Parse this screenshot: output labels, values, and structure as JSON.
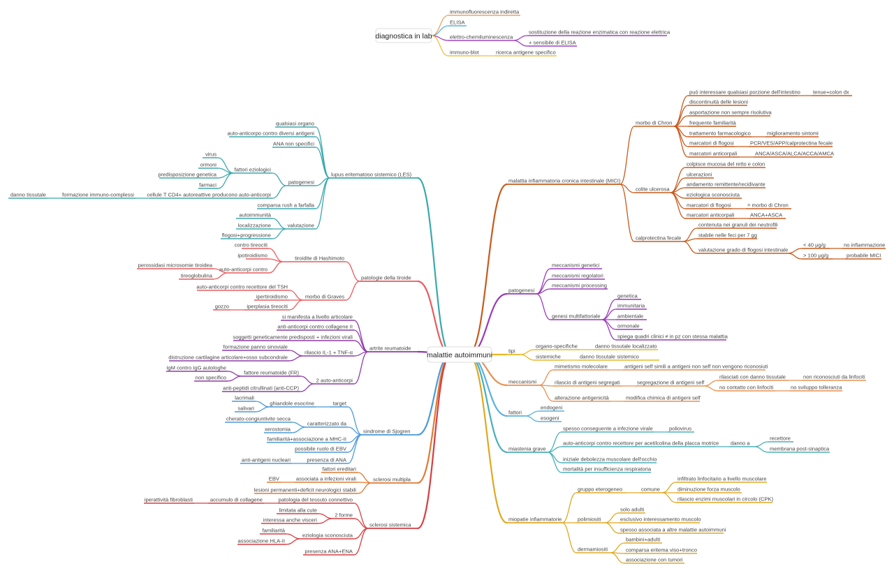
{
  "colors": {
    "diag": "#ea9a5a",
    "les": "#3aa8ad",
    "tiroide": "#ea5a5e",
    "artrite": "#8e3aa8",
    "sjogren": "#4a9ad8",
    "sclerosi_multipla": "#e07a30",
    "sclerosi_sistemica": "#d83c40",
    "mici": "#c85a1c",
    "patogenesi": "#9a3ab8",
    "tipi": "#e8b820",
    "meccanismi": "#e89050",
    "fattori": "#5ab0e0",
    "miastenia": "#48b0b8",
    "miopatie": "#e0a820"
  },
  "diagnostica": {
    "title": "diagnostica in lab",
    "items": [
      "immunofluorescenza indiretta",
      "ELISA",
      "elettro-chemiluminescenza",
      "sostituzione della reazione enzimatica con reazione elettrica",
      "+ sensibile di ELISA",
      "immuno-blot",
      "ricerca antigene specifico"
    ]
  },
  "root": "malattie autoimmuni",
  "les": {
    "title": "lupus eritematoso sistemico (LES)",
    "items": [
      "qualsiasi organo",
      "auto-anticorpo contro diversi antigeni",
      "ANA non specifici",
      "patogenesi",
      "fattori eziologici",
      "virus",
      "ormoni",
      "predisposizione genetica",
      "farmaci",
      "cellule T CD4+ autoreattive producono auto-anticorpi",
      "formazione immuno-complessi",
      "danno tissutale",
      "comparsa rush a farfalla",
      "valutazione",
      "autoimmunità",
      "localizzazione",
      "flogosi+progressione"
    ]
  },
  "tiroide": {
    "title": "patologie della tiroide",
    "items": [
      "tiroidite di Hashimoto",
      "contro tireociti",
      "ipotiroidismo",
      "auto-anticorpi contro",
      "perossidasi microsomie tiroidea",
      "tireoglobulina",
      "morbo di Graves",
      "auto-anticorpi contro recettore del TSH",
      "ipertiroidismo",
      "iperplasia tireociti",
      "gozzo"
    ]
  },
  "artrite": {
    "title": "artrite reumatoide",
    "items": [
      "si manifesta a livello articolare",
      "anti-anticorpi contro collagene II",
      "soggetti geneticamente predisposti + infezioni virali",
      "rilascio IL-1 + TNF-α",
      "formazione panno sinoviale",
      "distruzione cartilagine articolare+osso subcondrale",
      "2 auto-anticorpi",
      "fattore reumatoide (FR)",
      "IgM contro IgG autologhe",
      "non specifico",
      "anti-peptidi citrullinati (anti-CCP)"
    ]
  },
  "sjogren": {
    "title": "sindrome di Sjogren",
    "items": [
      "target",
      "ghiandole esocrine",
      "lacrimali",
      "salivari",
      "caratterizzato da",
      "cherato-congiuntivite secca",
      "xerostomia",
      "familiarità+associazione a MHC-II",
      "possibile ruolo di EBV",
      "presenza di ANA",
      "anti-antigeni nucleari"
    ]
  },
  "sclerosi_multipla": {
    "title": "sclerosi multipla",
    "items": [
      "fattori ereditari",
      "associata a infezioni virali",
      "EBV",
      "lesioni permanenti+deficit neurologici stabili"
    ]
  },
  "sclerosi_sistemica": {
    "title": "sclerosi sistemica",
    "items": [
      "patologia del tessuto connettivo",
      "accumulo di collagene",
      "iperattività fibroblasti",
      "2 forme",
      "limitata alla cute",
      "interessa anche visceri",
      "eziologia sconosciuta",
      "familiarità",
      "associazione HLA-II",
      "presenza ANA+ENA"
    ]
  },
  "mici": {
    "title": "malattia infiammatoria cronica intestinale (MICI)",
    "items": [
      "morbo di Chron",
      "può interessare qualsiasi porzione dell'intestino",
      "tenue+colon dx",
      "discontinuità delle lesioni",
      "asportazione non sempre risolutiva",
      "frequente familiarità",
      "trattamento farmacologico",
      "miglioramento sintomi",
      "marcatori di flogosi",
      "PCR/VES/APP/calprotectina fecale",
      "marcatori anticorpali",
      "ANCA/ASCA/ALCA/ACCA/AMCA",
      "colite ulcerosa",
      "colpisce mucosa del retto e colon",
      "ulcerazioni",
      "andamento remittente/recidivante",
      "eziologica sconosciuta",
      "marcatori di flogosi",
      "= morbo di Chron",
      "marcatori anticorpali",
      "ANCA+ASCA",
      "calprotectina fecale",
      "contenuta nei granuli dei neutrofili",
      "stabile nelle feci per 7 gg",
      "valutazione grado di flogosi intestinale",
      "< 40 μg/g",
      "no infiammazione",
      "> 100 μg/g",
      "probabile MICI"
    ]
  },
  "patogenesi": {
    "title": "patogenesi",
    "items": [
      "meccanismi genetici",
      "meccanismi regolatori",
      "meccanismi processing",
      "genesi multifattoriale",
      "genetica",
      "immunitaria",
      "ambientale",
      "ormonale",
      "spiega quadri clinici ≠ in pz con stessa malattia"
    ]
  },
  "tipi": {
    "title": "tipi",
    "items": [
      "organo-specifiche",
      "danno tissutale localizzato",
      "sistemiche",
      "danno tissutale sistemico"
    ]
  },
  "meccanismi": {
    "title": "meccanismi",
    "items": [
      "mimetismo molecolare",
      "antigeni self simili a antigeni non self non vengono riconosiuti",
      "rilascio di antigeni segregati",
      "segregazione di antigeni self",
      "rilasciati con danno tissutale",
      "non riconosciuti da linfociti",
      "no contatto con linfociti",
      "no sviluppo tolleranza",
      "alterazione antigenicità",
      "modifica chimica di antigeni self"
    ]
  },
  "fattori": {
    "title": "fattori",
    "items": [
      "endogeni",
      "esogeni"
    ]
  },
  "miastenia": {
    "title": "miastenia grave",
    "items": [
      "spesso conseguente a infezione virale",
      "poliovirus",
      "auto-anticorpi contro recettore per acetilcolina della placca motrice",
      "danno a",
      "recettore",
      "membrana post-sinaptica",
      "iniziale debolezza muscolare dell'occhio",
      "mortalità per insufficienza respiratoria"
    ]
  },
  "miopatie": {
    "title": "miopatie infiammatorie",
    "items": [
      "gruppo eterogeneo",
      "comune",
      "infiltrato linfocitario a livello muscolare",
      "diminuzione forza muscolo",
      "rilascio enzimi muscolari in circolo (CPK)",
      "polimiositi",
      "solo adulti",
      "esclusivo interessamento muscolo",
      "spesso associata a altre malattie autoimmuni",
      "dermamiositi",
      "bambini+adulti",
      "comparsa eritema viso+tronco",
      "associazione con tumori"
    ]
  }
}
